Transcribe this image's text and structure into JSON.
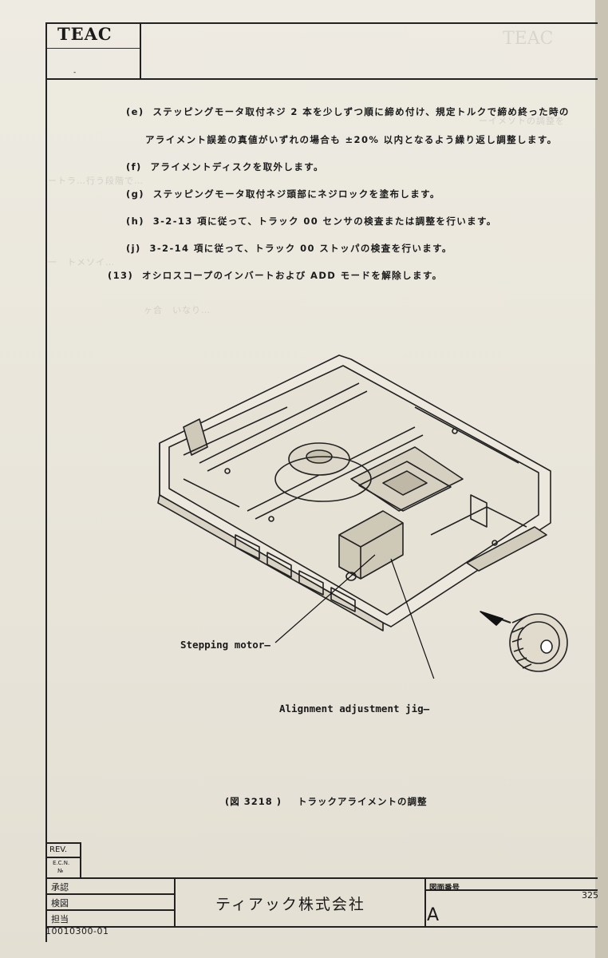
{
  "header": {
    "logo": "TEAC"
  },
  "steps": [
    {
      "marker": "(e)",
      "text": "ステッピングモータ取付ネジ 2 本を少しずつ順に締め付け、規定トルクで締め終った時の"
    },
    {
      "marker": "",
      "text": "アライメント誤差の真値がいずれの場合も ±20% 以内となるよう繰り返し調整します。"
    },
    {
      "marker": "(f)",
      "text": "アライメントディスクを取外します。"
    },
    {
      "marker": "(g)",
      "text": "ステッピングモータ取付ネジ頭部にネジロックを塗布します。"
    },
    {
      "marker": "(h)",
      "text": "3-2-13 項に従って、トラック 00 センサの検査または調整を行います。"
    },
    {
      "marker": "(j)",
      "text": "3-2-14 項に従って、トラック 00 ストッパの検査を行います。"
    },
    {
      "marker": "(13)",
      "text": "オシロスコープのインバートおよび ADD モードを解除します。"
    }
  ],
  "figure": {
    "label_motor": "Stepping motor",
    "label_jig": "Alignment adjustment jig",
    "caption_no": "(図 3218 )",
    "caption_text": "トラックアライメントの調整"
  },
  "title_block": {
    "rev": "REV.",
    "ecn": "E.C.N.",
    "ecn_no": "№",
    "approve": "承認",
    "check": "検図",
    "charge": "担当",
    "company": "ティアック株式会社",
    "drawing_no_label": "図面番号",
    "drawing_letter": "A",
    "page": "325",
    "doc_no": "10010300-01"
  }
}
